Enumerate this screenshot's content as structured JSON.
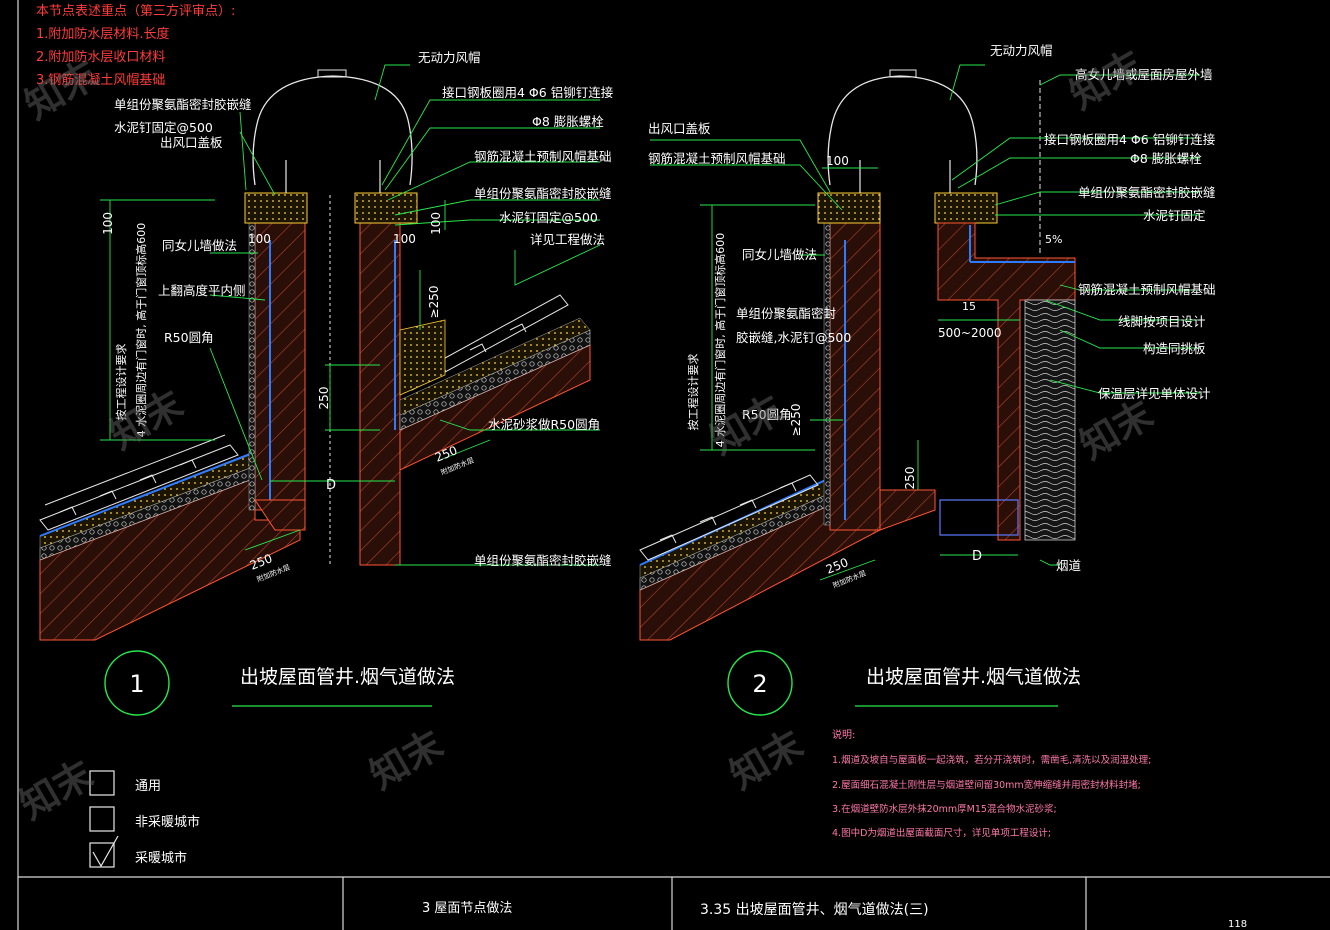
{
  "review_notes": {
    "heading": "本节点表述重点（第三方评审点）:",
    "items": [
      "1.附加防水层材料.长度",
      "2.附加防水层收口材料",
      "3.钢筋混凝土风帽基础"
    ]
  },
  "detail1": {
    "number": "1",
    "title": "出坡屋面管井.烟气道做法",
    "labels": {
      "cap": "无动力风帽",
      "ring_rivet": "接口钢板圈用4 Φ6 铝铆钉连接",
      "sealant_top": "单组份聚氨酯密封胶嵌缝",
      "bolt": "Φ8 膨胀螺栓",
      "nail_left": "水泥钉固定@500",
      "outlet_cover": "出风口盖板",
      "rc_base": "钢筋混凝土预制风帽基础",
      "sealant_right": "单组份聚氨酯密封胶嵌缝",
      "nail_right": "水泥钉固定@500",
      "project": "详见工程做法",
      "parapet": "同女儿墙做法",
      "upturn": "上翻高度平内侧",
      "fillet": "R50圆角",
      "mortar_fillet": "水泥砂浆做R50圆角",
      "sealant_bottom": "单组份聚氨酯密封胶嵌缝",
      "vertical_left_1": "按工程设计要求",
      "vertical_left_2": "4 水泥圈周边有门窗时, 高于门窗顶标高600",
      "dim_100a": "100",
      "dim_100b": "100",
      "dim_100c": "100",
      "dim_100d": "100",
      "dim_250v": "250",
      "dim_250r": "≥250",
      "dim_250a": "250",
      "dim_250b": "250",
      "dim_D": "D",
      "extra": "附加防水层"
    }
  },
  "detail2": {
    "number": "2",
    "title": "出坡屋面管井.烟气道做法",
    "labels": {
      "cap": "无动力风帽",
      "high_wall": "高女儿墙或屋面房屋外墙",
      "outlet_cover": "出风口盖板",
      "ring_rivet": "接口钢板圈用4 Φ6 铝铆钉连接",
      "rc_base_left": "钢筋混凝土预制风帽基础",
      "bolt": "Φ8 膨胀螺栓",
      "sealant": "单组份聚氨酯密封胶嵌缝",
      "nail": "水泥钉固定",
      "parapet": "同女儿墙做法",
      "sealant_mid_1": "单组份聚氨酯密封",
      "sealant_mid_2": "胶嵌缝,水泥钉@500",
      "rc_base_right": "钢筋混凝土预制风帽基础",
      "footing": "线脚按项目设计",
      "flashing": "构造同挑板",
      "insulation": "保温层详见单体设计",
      "fillet": "R50圆角",
      "vertical_left_1": "按工程设计要求",
      "vertical_left_2": "4 水泥圈周边有门窗时, 高于门窗顶标高600",
      "dim_100": "100",
      "dim_slope": "5%",
      "dim_15": "15",
      "dim_range": "500~2000",
      "dim_250v": "250",
      "dim_250r": "≥250",
      "dim_250a": "250",
      "dim_D": "D",
      "flue": "烟道",
      "extra": "附加防水层"
    }
  },
  "legend": [
    {
      "label": "通用",
      "checked": false
    },
    {
      "label": "非采暖城市",
      "checked": false
    },
    {
      "label": "采暖城市",
      "checked": true
    }
  ],
  "notes": {
    "heading": "说明:",
    "items": [
      "1.烟道及坡自与屋面板一起浇筑，若分开浇筑时，需凿毛,清洗以及润湿处理;",
      "2.屋面细石混凝土刚性层与烟道壁间留30mm宽伸缩缝并用密封材料封堵;",
      "3.在烟道壁防水层外抹20mm厚M15混合物水泥砂浆;",
      "4.图中D为烟道出屋面截面尺寸，详见单项工程设计;"
    ]
  },
  "title_block": {
    "section": "3  屋面节点做法",
    "sheet_title": "3.35  出坡屋面管井、烟气道做法(三)",
    "page": "118"
  },
  "watermark": "知末"
}
